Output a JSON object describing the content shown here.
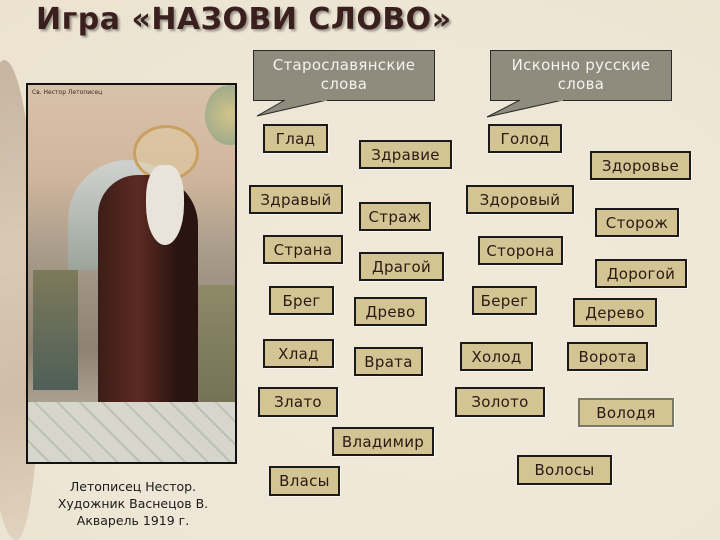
{
  "title": "Игра «НАЗОВИ СЛОВО»",
  "painting": {
    "inscription": "Св. Нестор Летописец",
    "caption_lines": [
      "Летописец Нестор.",
      "Художник Васнецов В.",
      "Акварель 1919 г."
    ]
  },
  "callouts": {
    "old_slavonic": {
      "line1": "Старославянские",
      "line2": "слова"
    },
    "native_russian": {
      "line1": "Исконно русские",
      "line2": "слова"
    }
  },
  "words": {
    "glad": "Глад",
    "zdravie": "Здравие",
    "golod": "Голод",
    "zdorovie": "Здоровье",
    "zdravyi": "Здравый",
    "strazh": "Страж",
    "zdorovyi": "Здоровый",
    "storozh": "Сторож",
    "strana": "Страна",
    "dragoi": "Драгой",
    "storona": "Сторона",
    "dorogoi": "Дорогой",
    "breg": "Брег",
    "drevo": "Древо",
    "bereg": "Берег",
    "derevo": "Дерево",
    "khlad": "Хлад",
    "vrata": "Врата",
    "kholod": "Холод",
    "vorota": "Ворота",
    "zlato": "Злато",
    "zoloto": "Золото",
    "volodya": "Володя",
    "vladimir": "Владимир",
    "vlasy": "Власы",
    "volosy": "Волосы"
  },
  "colors": {
    "background": "#efe8d9",
    "title": "#3a1f1f",
    "callout_fill": "#8f8c7e",
    "word_fill": "#d4c493",
    "word_border": "#1a1a1a"
  }
}
